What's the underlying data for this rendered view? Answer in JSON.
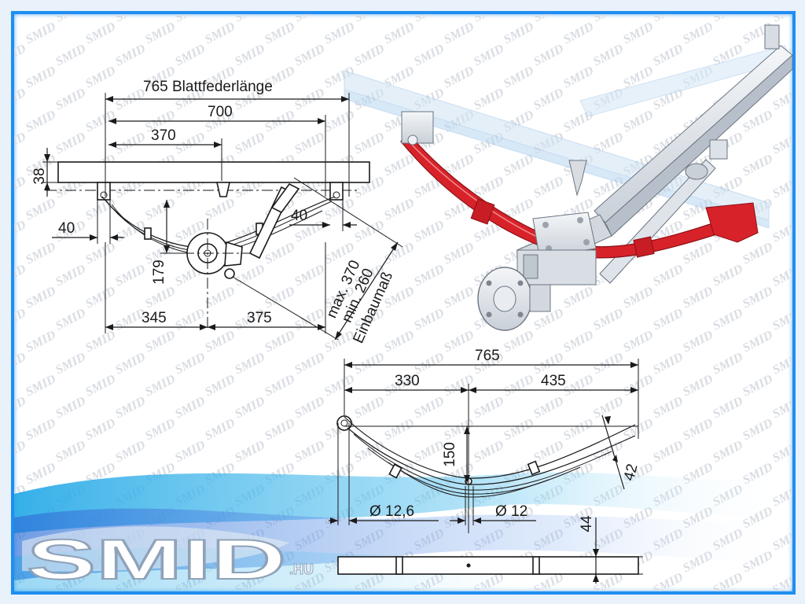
{
  "watermark": "SMID",
  "logo": {
    "main": "SMID",
    "sub": ".HU"
  },
  "side_view": {
    "spring_length_label": "765 Blattfederlänge",
    "eye_span": "700",
    "center_offset": "370",
    "frame_height": "38",
    "left_hanger": "40",
    "right_hanger": "40",
    "axle_drop": "179",
    "left_span": "345",
    "right_span": "375",
    "max_install": "max. 370",
    "min_install": "min. 260",
    "install_label": "Einbaumaß"
  },
  "spring_view": {
    "total_length": "765",
    "left_length": "330",
    "right_length": "435",
    "arch_height": "150",
    "thickness": "42",
    "eye_diameter": "Ø 12,6",
    "center_bolt": "Ø 12",
    "width": "44"
  },
  "colors": {
    "frame_border": "#1f8ef0",
    "spring_red": "#d8222a",
    "ghost_blue": "#b8d6f0"
  }
}
